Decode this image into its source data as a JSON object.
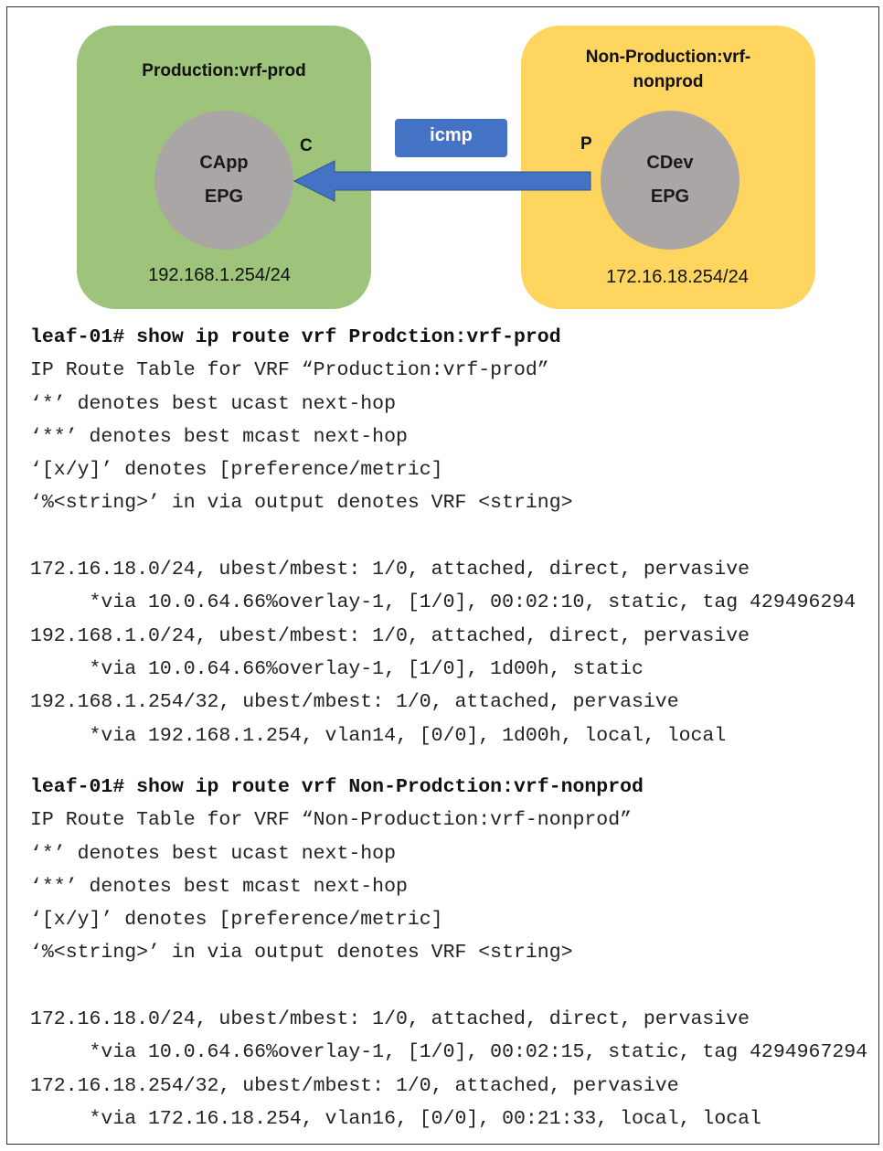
{
  "diagram": {
    "prod": {
      "title": "Production:vrf-prod",
      "epg_line1": "CApp",
      "epg_line2": "EPG",
      "subnet": "192.168.1.254/24",
      "role": "C"
    },
    "nonprod": {
      "title_line1": "Non-Production:vrf-",
      "title_line2": "nonprod",
      "epg_line1": "CDev",
      "epg_line2": "EPG",
      "subnet": "172.16.18.254/24",
      "role": "P"
    },
    "contract_label": "icmp",
    "colors": {
      "prod": "#9dc47a",
      "nonprod": "#fdd55f",
      "epg": "#aaa6a5",
      "arrow": "#4472c4"
    }
  },
  "cli_blocks": [
    {
      "command": "leaf-01# show ip route vrf Prodction:vrf-prod",
      "lines": [
        "IP Route Table for VRF “Production:vrf-prod”",
        "‘*’ denotes best ucast next-hop",
        "‘**’ denotes best mcast next-hop",
        "‘[x/y]’ denotes [preference/metric]",
        "‘%<string>’ in via output denotes VRF <string>",
        "",
        "172.16.18.0/24, ubest/mbest: 1/0, attached, direct, pervasive",
        "     *via 10.0.64.66%overlay-1, [1/0], 00:02:10, static, tag 429496294",
        "192.168.1.0/24, ubest/mbest: 1/0, attached, direct, pervasive",
        "     *via 10.0.64.66%overlay-1, [1/0], 1d00h, static",
        "192.168.1.254/32, ubest/mbest: 1/0, attached, pervasive",
        "     *via 192.168.1.254, vlan14, [0/0], 1d00h, local, local"
      ]
    },
    {
      "command": "leaf-01# show ip route vrf Non-Prodction:vrf-nonprod",
      "lines": [
        "IP Route Table for VRF “Non-Production:vrf-nonprod”",
        "‘*’ denotes best ucast next-hop",
        "‘**’ denotes best mcast next-hop",
        "‘[x/y]’ denotes [preference/metric]",
        "‘%<string>’ in via output denotes VRF <string>",
        "",
        "172.16.18.0/24, ubest/mbest: 1/0, attached, direct, pervasive",
        "     *via 10.0.64.66%overlay-1, [1/0], 00:02:15, static, tag 4294967294",
        "172.16.18.254/32, ubest/mbest: 1/0, attached, pervasive",
        "     *via 172.16.18.254, vlan16, [0/0], 00:21:33, local, local"
      ]
    }
  ]
}
